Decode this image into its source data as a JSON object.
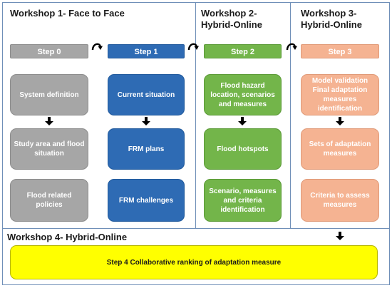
{
  "workshops": [
    {
      "title": "Workshop 1- Face to Face"
    },
    {
      "title": "Workshop 2- Hybrid-Online"
    },
    {
      "title": "Workshop 3- Hybrid-Online"
    },
    {
      "title": "Workshop 4- Hybrid-Online"
    }
  ],
  "steps": [
    {
      "label": "Step 0",
      "color": "#a6a6a6"
    },
    {
      "label": "Step 1",
      "color": "#2e6bb4"
    },
    {
      "label": "Step 2",
      "color": "#73b54a"
    },
    {
      "label": "Step 3",
      "color": "#f5b392"
    }
  ],
  "cards": {
    "step0": [
      "System definition",
      "Study area and flood situation",
      "Flood related policies"
    ],
    "step1": [
      "Current situation",
      "FRM plans",
      "FRM challenges"
    ],
    "step2": [
      "Flood hazard location, scenarios and measures",
      "Flood hotspots",
      "Scenario, measures and criteria identification"
    ],
    "step3": [
      "Model validation Final adaptation measures identification",
      "Sets of adaptation measures",
      "Criteria to assess measures"
    ]
  },
  "final": {
    "label": "Step 4 Collaborative ranking  of adaptation measure",
    "color": "#ffff00"
  }
}
